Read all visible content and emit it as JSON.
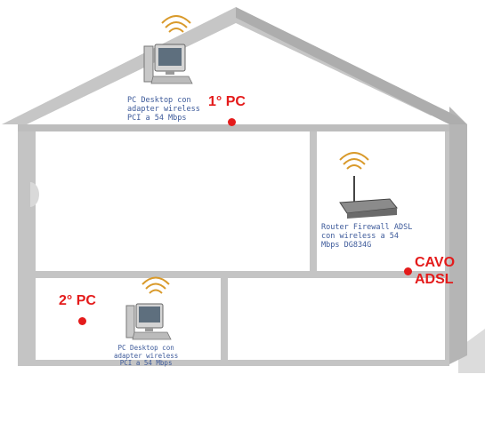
{
  "pc_top": {
    "lines": [
      "PC Desktop con",
      "adapter wireless",
      "PCI a 54 Mbps"
    ]
  },
  "pc_bottom": {
    "lines": [
      "PC Desktop con",
      "adapter wireless",
      "PCI a 54 Mbps"
    ]
  },
  "router": {
    "lines": [
      "Router Firewall ADSL",
      "con wireless a 54",
      "Mbps DG834G"
    ]
  },
  "markers": {
    "first_pc": "1° PC",
    "second_pc": "2° PC",
    "cable_line1": "CAVO",
    "cable_line2": "ADSL"
  },
  "colors": {
    "accent": "#e41b1b",
    "wall": "#c4c4c4",
    "caption": "#3d5a9a"
  }
}
